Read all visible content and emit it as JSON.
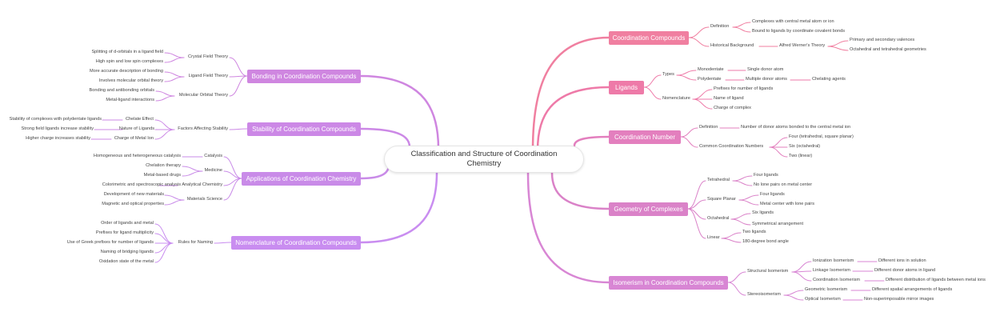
{
  "root": {
    "title": "Classification and Structure of Coordination Chemistry"
  },
  "colors": {
    "coordination_compounds": "#f07fa0",
    "ligands": "#ee7aa8",
    "coordination_number": "#e37fbe",
    "geometry": "#da82c8",
    "isomerism": "#d886d4",
    "bonding": "#cf86e0",
    "stability": "#cc88e6",
    "applications": "#c98be8",
    "nomenclature": "#c98df0"
  },
  "right": {
    "coordination_compounds": {
      "label": "Coordination Compounds",
      "definition": {
        "label": "Definition",
        "items": [
          "Complexes with central metal atom or ion",
          "Bound to ligands by coordinate covalent bonds"
        ]
      },
      "historical": {
        "label": "Historical Background",
        "werner": "Alfred Werner's Theory",
        "items": [
          "Primary and secondary valences",
          "Octahedral and tetrahedral geometries"
        ]
      }
    },
    "ligands": {
      "label": "Ligands",
      "types": {
        "label": "Types",
        "monodentate": "Monodentate",
        "single": "Single donor atom",
        "polydentate": "Polydentate",
        "multiple": "Multiple donor atoms",
        "chelating": "Chelating agents"
      },
      "nomenclature": {
        "label": "Nomenclature",
        "items": [
          "Prefixes for number of ligands",
          "Name of ligand",
          "Charge of complex"
        ]
      }
    },
    "coordination_number": {
      "label": "Coordination Number",
      "definition": {
        "label": "Definition",
        "value": "Number of donor atoms bonded to the central metal ion"
      },
      "common": {
        "label": "Common Coordination Numbers",
        "items": [
          "Four (tetrahedral, square planar)",
          "Six (octahedral)",
          "Two (linear)"
        ]
      }
    },
    "geometry": {
      "label": "Geometry of Complexes",
      "tetrahedral": {
        "label": "Tetrahedral",
        "items": [
          "Four ligands",
          "No lone pairs on metal center"
        ]
      },
      "square_planar": {
        "label": "Square Planar",
        "items": [
          "Four ligands",
          "Metal center with lone pairs"
        ]
      },
      "octahedral": {
        "label": "Octahedral",
        "items": [
          "Six ligands",
          "Symmetrical arrangement"
        ]
      },
      "linear": {
        "label": "Linear",
        "items": [
          "Two ligands",
          "180-degree bond angle"
        ]
      }
    },
    "isomerism": {
      "label": "Isomerism in Coordination Compounds",
      "structural": {
        "label": "Structural Isomerism",
        "ionization": "Ionization Isomerism",
        "ionization_desc": "Different ions in solution",
        "linkage": "Linkage Isomerism",
        "linkage_desc": "Different donor atoms in ligand",
        "coordination": "Coordination Isomerism",
        "coordination_desc": "Different distribution of ligands between metal ions"
      },
      "stereo": {
        "label": "Stereoisomerism",
        "geometric": "Geometric Isomerism",
        "geometric_desc": "Different spatial arrangements of ligands",
        "optical": "Optical Isomerism",
        "optical_desc": "Non-superimposable mirror images"
      }
    }
  },
  "left": {
    "bonding": {
      "label": "Bonding in Coordination Compounds",
      "cft": {
        "label": "Crystal Field Theory",
        "items": [
          "Splitting of d-orbitals in a ligand field",
          "High spin and low spin complexes"
        ]
      },
      "lft": {
        "label": "Ligand Field Theory",
        "items": [
          "More accurate description of bonding",
          "Involves molecular orbital theory"
        ]
      },
      "mot": {
        "label": "Molecular Orbital Theory",
        "items": [
          "Bonding and antibonding orbitals",
          "Metal-ligand interactions"
        ]
      }
    },
    "stability": {
      "label": "Stability of Coordination Compounds",
      "factors": {
        "label": "Factors Affecting Stability",
        "chelate": "Chelate Effect",
        "chelate_desc": "Stability of complexes with polydentate ligands",
        "nature": "Nature of Ligands",
        "nature_desc": "Strong field ligands increase stability",
        "charge": "Charge of Metal Ion",
        "charge_desc": "Higher charge increases stability"
      }
    },
    "applications": {
      "label": "Applications of Coordination Chemistry",
      "catalysis": {
        "label": "Catalysis",
        "items": [
          "Homogeneous and heterogeneous catalysis"
        ]
      },
      "medicine": {
        "label": "Medicine",
        "items": [
          "Chelation therapy",
          "Metal-based drugs"
        ]
      },
      "analytical": {
        "label": "Analytical Chemistry",
        "items": [
          "Colorimetric and spectroscopic analysis"
        ]
      },
      "materials": {
        "label": "Materials Science",
        "items": [
          "Development of new materials",
          "Magnetic and optical properties"
        ]
      }
    },
    "nomenclature": {
      "label": "Nomenclature of Coordination Compounds",
      "rules": {
        "label": "Rules for Naming",
        "items": [
          "Order of ligands and metal",
          "Prefixes for ligand multiplicity",
          "Use of Greek prefixes for number of ligands",
          "Naming of bridging ligands",
          "Oxidation state of the metal"
        ]
      }
    }
  }
}
